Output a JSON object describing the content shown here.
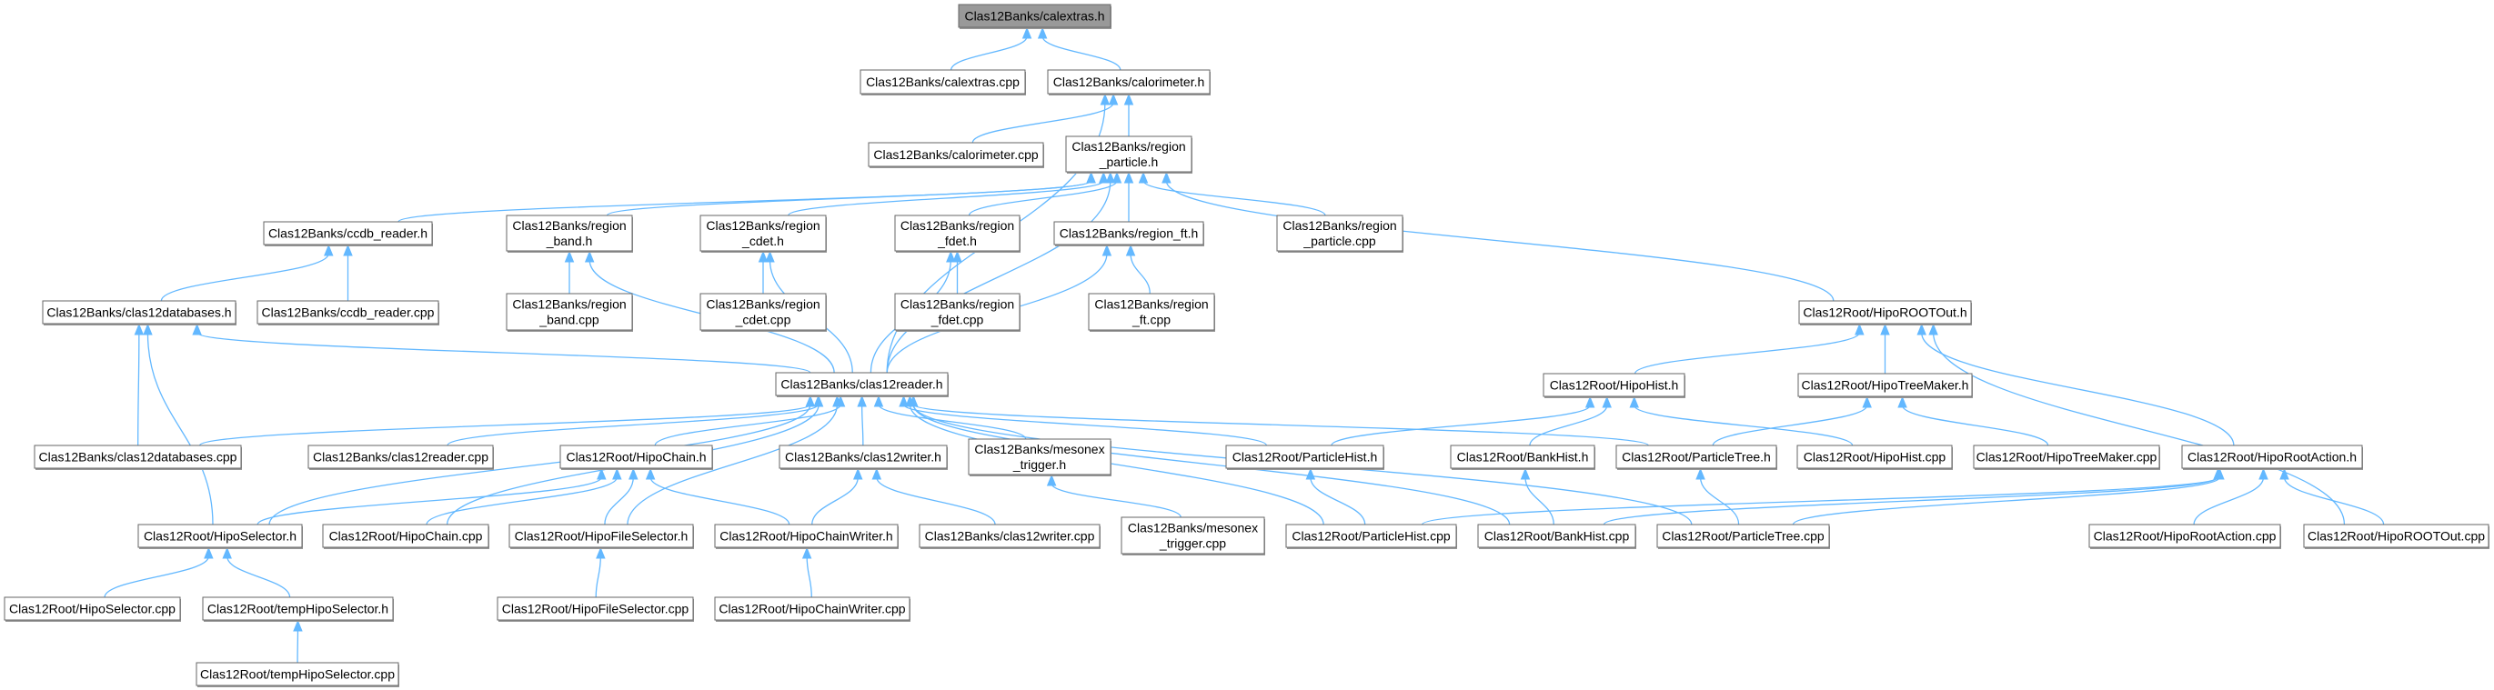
{
  "colors": {
    "edge": "#63b8ff",
    "root_fill": "#999999",
    "node_fill": "#ffffff",
    "node_border": "#666666"
  },
  "nodes": {
    "calextras_h": [
      "Clas12Banks/calextras.h"
    ],
    "calextras_cpp": [
      "Clas12Banks/calextras.cpp"
    ],
    "calorimeter_h": [
      "Clas12Banks/calorimeter.h"
    ],
    "calorimeter_cpp": [
      "Clas12Banks/calorimeter.cpp"
    ],
    "region_particle_h": [
      "Clas12Banks/region",
      "_particle.h"
    ],
    "ccdb_reader_h": [
      "Clas12Banks/ccdb_reader.h"
    ],
    "region_band_h": [
      "Clas12Banks/region",
      "_band.h"
    ],
    "region_cdet_h": [
      "Clas12Banks/region",
      "_cdet.h"
    ],
    "region_fdet_h": [
      "Clas12Banks/region",
      "_fdet.h"
    ],
    "region_ft_h": [
      "Clas12Banks/region_ft.h"
    ],
    "region_particle_cpp": [
      "Clas12Banks/region",
      "_particle.cpp"
    ],
    "clas12databases_h": [
      "Clas12Banks/clas12databases.h"
    ],
    "ccdb_reader_cpp": [
      "Clas12Banks/ccdb_reader.cpp"
    ],
    "region_band_cpp": [
      "Clas12Banks/region",
      "_band.cpp"
    ],
    "region_cdet_cpp": [
      "Clas12Banks/region",
      "_cdet.cpp"
    ],
    "region_fdet_cpp": [
      "Clas12Banks/region",
      "_fdet.cpp"
    ],
    "region_ft_cpp": [
      "Clas12Banks/region",
      "_ft.cpp"
    ],
    "HipoROOTOut_h": [
      "Clas12Root/HipoROOTOut.h"
    ],
    "clas12reader_h": [
      "Clas12Banks/clas12reader.h"
    ],
    "HipoHist_h": [
      "Clas12Root/HipoHist.h"
    ],
    "HipoTreeMaker_h": [
      "Clas12Root/HipoTreeMaker.h"
    ],
    "clas12databases_cpp": [
      "Clas12Banks/clas12databases.cpp"
    ],
    "clas12reader_cpp": [
      "Clas12Banks/clas12reader.cpp"
    ],
    "HipoChain_h": [
      "Clas12Root/HipoChain.h"
    ],
    "clas12writer_h": [
      "Clas12Banks/clas12writer.h"
    ],
    "mesonex_trigger_h": [
      "Clas12Banks/mesonex",
      "_trigger.h"
    ],
    "ParticleHist_h": [
      "Clas12Root/ParticleHist.h"
    ],
    "BankHist_h": [
      "Clas12Root/BankHist.h"
    ],
    "ParticleTree_h": [
      "Clas12Root/ParticleTree.h"
    ],
    "HipoHist_cpp": [
      "Clas12Root/HipoHist.cpp"
    ],
    "HipoTreeMaker_cpp": [
      "Clas12Root/HipoTreeMaker.cpp"
    ],
    "HipoRootAction_h": [
      "Clas12Root/HipoRootAction.h"
    ],
    "HipoSelector_h": [
      "Clas12Root/HipoSelector.h"
    ],
    "HipoChain_cpp": [
      "Clas12Root/HipoChain.cpp"
    ],
    "HipoFileSelector_h": [
      "Clas12Root/HipoFileSelector.h"
    ],
    "HipoChainWriter_h": [
      "Clas12Root/HipoChainWriter.h"
    ],
    "clas12writer_cpp": [
      "Clas12Banks/clas12writer.cpp"
    ],
    "mesonex_trigger_cpp": [
      "Clas12Banks/mesonex",
      "_trigger.cpp"
    ],
    "ParticleHist_cpp": [
      "Clas12Root/ParticleHist.cpp"
    ],
    "BankHist_cpp": [
      "Clas12Root/BankHist.cpp"
    ],
    "ParticleTree_cpp": [
      "Clas12Root/ParticleTree.cpp"
    ],
    "HipoRootAction_cpp": [
      "Clas12Root/HipoRootAction.cpp"
    ],
    "HipoROOTOut_cpp": [
      "Clas12Root/HipoROOTOut.cpp"
    ],
    "HipoSelector_cpp": [
      "Clas12Root/HipoSelector.cpp"
    ],
    "tempHipoSelector_h": [
      "Clas12Root/tempHipoSelector.h"
    ],
    "HipoFileSelector_cpp": [
      "Clas12Root/HipoFileSelector.cpp"
    ],
    "HipoChainWriter_cpp": [
      "Clas12Root/HipoChainWriter.cpp"
    ],
    "tempHipoSelector_cpp": [
      "Clas12Root/tempHipoSelector.cpp"
    ]
  },
  "root": "calextras_h",
  "edges": [
    [
      "calextras_cpp",
      "calextras_h"
    ],
    [
      "calorimeter_h",
      "calextras_h"
    ],
    [
      "calorimeter_cpp",
      "calorimeter_h"
    ],
    [
      "region_particle_h",
      "calorimeter_h"
    ],
    [
      "clas12reader_h",
      "calorimeter_h"
    ],
    [
      "ccdb_reader_h",
      "region_particle_h"
    ],
    [
      "region_band_h",
      "region_particle_h"
    ],
    [
      "region_cdet_h",
      "region_particle_h"
    ],
    [
      "region_fdet_h",
      "region_particle_h"
    ],
    [
      "region_ft_h",
      "region_particle_h"
    ],
    [
      "region_particle_cpp",
      "region_particle_h"
    ],
    [
      "HipoROOTOut_h",
      "region_particle_h"
    ],
    [
      "clas12reader_h",
      "region_particle_h"
    ],
    [
      "clas12databases_h",
      "ccdb_reader_h"
    ],
    [
      "ccdb_reader_cpp",
      "ccdb_reader_h"
    ],
    [
      "region_band_cpp",
      "region_band_h"
    ],
    [
      "clas12reader_h",
      "region_band_h"
    ],
    [
      "region_cdet_cpp",
      "region_cdet_h"
    ],
    [
      "clas12reader_h",
      "region_cdet_h"
    ],
    [
      "region_fdet_cpp",
      "region_fdet_h"
    ],
    [
      "clas12reader_h",
      "region_fdet_h"
    ],
    [
      "region_ft_cpp",
      "region_ft_h"
    ],
    [
      "clas12reader_h",
      "region_ft_h"
    ],
    [
      "clas12reader_h",
      "clas12databases_h"
    ],
    [
      "clas12databases_cpp",
      "clas12databases_h"
    ],
    [
      "HipoSelector_h",
      "clas12databases_h"
    ],
    [
      "clas12databases_cpp",
      "clas12reader_h"
    ],
    [
      "clas12reader_cpp",
      "clas12reader_h"
    ],
    [
      "HipoChain_h",
      "clas12reader_h"
    ],
    [
      "clas12writer_h",
      "clas12reader_h"
    ],
    [
      "mesonex_trigger_h",
      "clas12reader_h"
    ],
    [
      "HipoSelector_h",
      "clas12reader_h"
    ],
    [
      "HipoChain_cpp",
      "clas12reader_h"
    ],
    [
      "HipoFileSelector_h",
      "clas12reader_h"
    ],
    [
      "ParticleHist_h",
      "clas12reader_h"
    ],
    [
      "ParticleTree_h",
      "clas12reader_h"
    ],
    [
      "ParticleHist_cpp",
      "clas12reader_h"
    ],
    [
      "BankHist_cpp",
      "clas12reader_h"
    ],
    [
      "ParticleTree_cpp",
      "clas12reader_h"
    ],
    [
      "HipoHist_h",
      "HipoROOTOut_h"
    ],
    [
      "HipoTreeMaker_h",
      "HipoROOTOut_h"
    ],
    [
      "HipoRootAction_h",
      "HipoROOTOut_h"
    ],
    [
      "HipoROOTOut_cpp",
      "HipoROOTOut_h"
    ],
    [
      "ParticleHist_h",
      "HipoHist_h"
    ],
    [
      "BankHist_h",
      "HipoHist_h"
    ],
    [
      "HipoHist_cpp",
      "HipoHist_h"
    ],
    [
      "ParticleTree_h",
      "HipoTreeMaker_h"
    ],
    [
      "HipoTreeMaker_cpp",
      "HipoTreeMaker_h"
    ],
    [
      "ParticleHist_cpp",
      "HipoRootAction_h"
    ],
    [
      "BankHist_cpp",
      "HipoRootAction_h"
    ],
    [
      "ParticleTree_cpp",
      "HipoRootAction_h"
    ],
    [
      "HipoRootAction_cpp",
      "HipoRootAction_h"
    ],
    [
      "HipoROOTOut_cpp",
      "HipoRootAction_h"
    ],
    [
      "ParticleHist_cpp",
      "ParticleHist_h"
    ],
    [
      "BankHist_cpp",
      "BankHist_h"
    ],
    [
      "ParticleTree_cpp",
      "ParticleTree_h"
    ],
    [
      "HipoSelector_h",
      "HipoChain_h"
    ],
    [
      "HipoChain_cpp",
      "HipoChain_h"
    ],
    [
      "HipoFileSelector_h",
      "HipoChain_h"
    ],
    [
      "HipoChainWriter_h",
      "HipoChain_h"
    ],
    [
      "HipoChainWriter_h",
      "clas12writer_h"
    ],
    [
      "clas12writer_cpp",
      "clas12writer_h"
    ],
    [
      "mesonex_trigger_cpp",
      "mesonex_trigger_h"
    ],
    [
      "HipoSelector_cpp",
      "HipoSelector_h"
    ],
    [
      "tempHipoSelector_h",
      "HipoSelector_h"
    ],
    [
      "tempHipoSelector_cpp",
      "tempHipoSelector_h"
    ],
    [
      "HipoFileSelector_cpp",
      "HipoFileSelector_h"
    ],
    [
      "HipoChainWriter_cpp",
      "HipoChainWriter_h"
    ]
  ]
}
